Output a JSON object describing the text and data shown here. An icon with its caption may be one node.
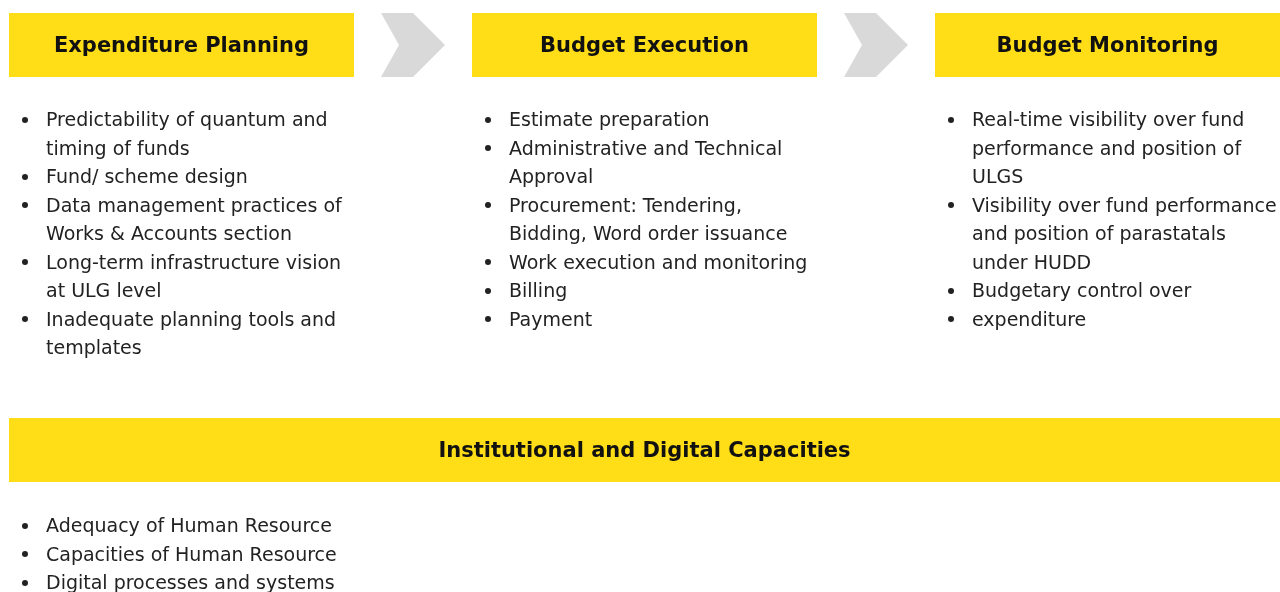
{
  "diagram": {
    "nodes": [
      {
        "text": [
          "Expenditure Planning"
        ]
      },
      {
        "text": [
          "Budget Execution"
        ]
      },
      {
        "text": [
          "Budget Monitoring"
        ]
      },
      {
        "text": [
          "Institutional and Digital Capacities"
        ]
      }
    ],
    "edges": [
      {
        "from": 0,
        "to": 1,
        "arrow": "to"
      },
      {
        "from": 1,
        "to": 2,
        "arrow": "to"
      }
    ],
    "labels": [
      "Predictability of quantum and timing of funds",
      "Fund/ scheme design",
      "Data management practices of Works & Accounts section",
      "Long-term infrastructure vision at ULG level",
      "Inadequate planning tools and templates",
      "Estimate preparation",
      "Administrative and Technical Approval",
      "Procurement: Tendering, Bidding, Word order issuance",
      "Work execution and monitoring",
      "Billing",
      "Payment",
      "Real-time visibility over fund performance and position of ULGS",
      "Visibility over fund performance and position of parastatals under HUDD",
      "Budgetary control over",
      "expenditure",
      "Adequacy of Human Resource",
      "Capacities of Human Resource",
      "Digital processes and systems"
    ]
  }
}
